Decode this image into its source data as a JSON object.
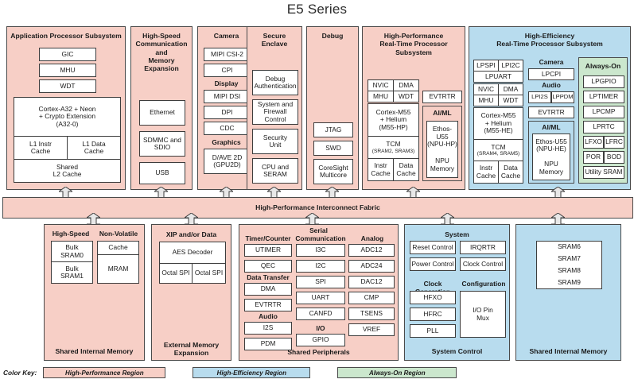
{
  "title": "E5 Series",
  "fabric": {
    "label": "High-Performance Interconnect Fabric"
  },
  "color_key": {
    "label": "Color Key:",
    "items": [
      {
        "name": "High-Performance Region",
        "color": "#f7cfc6"
      },
      {
        "name": "High-Efficiency Region",
        "color": "#b8dcee"
      },
      {
        "name": "Always-On Region",
        "color": "#cbe7cd"
      }
    ]
  },
  "top_row": {
    "app_proc": {
      "header": "Application Processor Subsystem",
      "region": "high-performance",
      "blocks": [
        "GIC",
        "MHU",
        "WDT"
      ],
      "core": "Cortex-A32 + Neon\n+ Crypto Extension\n(A32-0)",
      "core_l1": "Cortex-A32 + Neon",
      "core_l2": "+ Crypto Extension",
      "core_l3": "(A32-0)",
      "l1_instr": "L1 Instr\nCache",
      "l1_instr_a": "L1 Instr",
      "l1_instr_b": "Cache",
      "l1_data_a": "L1 Data",
      "l1_data_b": "Cache",
      "l2_a": "Shared",
      "l2_b": "L2 Cache"
    },
    "high_speed_comm": {
      "header": "High-Speed\nCommunication and\nMemory Expansion",
      "header_l1": "High-Speed",
      "header_l2": "Communication and",
      "header_l3": "Memory Expansion",
      "region": "high-performance",
      "blocks": [
        "Ethernet",
        "SDMMC and\nSDIO",
        "USB"
      ],
      "sdmmc_a": "SDMMC and",
      "sdmmc_b": "SDIO"
    },
    "camera": {
      "header": "Camera",
      "region": "high-performance",
      "camera_blocks": [
        "MIPI CSI-2",
        "CPI"
      ],
      "display_label": "Display",
      "display_blocks": [
        "MIPI DSI",
        "DPI",
        "CDC"
      ],
      "graphics_label": "Graphics",
      "graphics_a": "D/AVE 2D",
      "graphics_b": "(GPU2D)"
    },
    "secure_enclave": {
      "header_l1": "Secure",
      "header_l2": "Enclave",
      "region": "high-performance",
      "blocks": [
        {
          "a": "Debug",
          "b": "Authentication"
        },
        {
          "a": "System and",
          "b": "Firewall Control"
        },
        {
          "a": "Security",
          "b": "Unit"
        },
        {
          "a": "CPU and",
          "b": "SERAM"
        }
      ]
    },
    "debug": {
      "header": "Debug",
      "region": "high-performance",
      "blocks": [
        "JTAG",
        "SWD"
      ],
      "coresight_a": "CoreSight",
      "coresight_b": "Multicore"
    },
    "hp_rt": {
      "header_l1": "High-Performance",
      "header_l2": "Real-Time Processor Subsystem",
      "region": "high-performance",
      "nvic": "NVIC",
      "dma": "DMA",
      "mhu": "MHU",
      "wdt": "WDT",
      "core_a": "Cortex-M55",
      "core_b": "+ Helium",
      "core_c": "(M55-HP)",
      "tcm": "TCM",
      "tcm_sub": "(SRAM2, SRAM3)",
      "instr_a": "Instr",
      "instr_b": "Cache",
      "data_a": "Data",
      "data_b": "Cache",
      "evtrtr": "EVTRTR",
      "aiml": "AI/ML",
      "npu_a": "Ethos-U55",
      "npu_b": "(NPU-HP)",
      "npu_mem_a": "NPU",
      "npu_mem_b": "Memory"
    },
    "he_rt": {
      "header_l1": "High-Efficiency",
      "header_l2": "Real-Time Processor Subsystem",
      "region": "high-efficiency",
      "lpspi": "LPSPI",
      "lpi2c": "LPI2C",
      "lpuart": "LPUART",
      "nvic": "NVIC",
      "dma": "DMA",
      "mhu": "MHU",
      "wdt": "WDT",
      "core_a": "Cortex-M55",
      "core_b": "+ Helium",
      "core_c": "(M55-HE)",
      "tcm": "TCM",
      "tcm_sub": "(SRAM4, SRAM5)",
      "instr_a": "Instr",
      "instr_b": "Cache",
      "data_a": "Data",
      "data_b": "Cache",
      "camera_label": "Camera",
      "lpcpi": "LPCPI",
      "audio_label": "Audio",
      "lpi2s": "LPI2S",
      "lppdm": "LPPDM",
      "evtrtr": "EVTRTR",
      "aiml": "AI/ML",
      "npu_a": "Ethos-U55",
      "npu_b": "(NPU-HE)",
      "npu_mem_a": "NPU",
      "npu_mem_b": "Memory",
      "always_on": {
        "header": "Always-On",
        "region": "always-on",
        "blocks": [
          "LPGPIO",
          "LPTIMER",
          "LPCMP",
          "LPRTC"
        ],
        "lfxo": "LFXO",
        "lfrc": "LFRC",
        "por": "POR",
        "bod": "BOD",
        "utility_sram": "Utility SRAM"
      }
    }
  },
  "bottom_row": {
    "shared_internal_memory_1": {
      "footer": "Shared Internal Memory",
      "region": "high-performance",
      "high_speed_label": "High-Speed",
      "non_volatile_label": "Non-Volatile",
      "bulk0_a": "Bulk",
      "bulk0_b": "SRAM0",
      "bulk1_a": "Bulk",
      "bulk1_b": "SRAM1",
      "cache": "Cache",
      "mram": "MRAM"
    },
    "external_memory": {
      "footer_l1": "External Memory",
      "footer_l2": "Expansion",
      "region": "high-performance",
      "header": "XIP and/or Data",
      "aes": "AES Decoder",
      "octal_spi_1": "Octal SPI",
      "octal_spi_2": "Octal SPI"
    },
    "shared_peripherals": {
      "footer": "Shared Peripherals",
      "region": "high-performance",
      "serial_label": "Serial",
      "timer_label": "Timer/Counter",
      "timer_blocks": [
        "UTIMER",
        "QEC"
      ],
      "data_transfer_label": "Data Transfer",
      "data_transfer_blocks": [
        "DMA",
        "EVTRTR"
      ],
      "audio_label": "Audio",
      "audio_blocks": [
        "I2S",
        "PDM"
      ],
      "comm_label": "Communication",
      "comm_blocks": [
        "I3C",
        "I2C",
        "SPI",
        "UART",
        "CANFD"
      ],
      "io_label": "I/O",
      "io_blocks": [
        "GPIO"
      ],
      "analog_label": "Analog",
      "analog_blocks": [
        "ADC12",
        "ADC24",
        "DAC12",
        "CMP",
        "TSENS",
        "VREF"
      ]
    },
    "system_control": {
      "footer": "System Control",
      "region": "high-efficiency",
      "system_label": "System",
      "reset_control": "Reset Control",
      "irqrtr": "IRQRTR",
      "power_control": "Power Control",
      "clock_control": "Clock Control",
      "clock_gen_label": "Clock Generation",
      "clock_gen_blocks": [
        "HFXO",
        "HFRC",
        "PLL"
      ],
      "config_label": "Configuration",
      "io_pin_mux_a": "I/O Pin",
      "io_pin_mux_b": "Mux"
    },
    "shared_internal_memory_2": {
      "footer": "Shared Internal Memory",
      "region": "high-efficiency",
      "blocks": [
        "SRAM6",
        "SRAM7",
        "SRAM8",
        "SRAM9"
      ]
    }
  }
}
